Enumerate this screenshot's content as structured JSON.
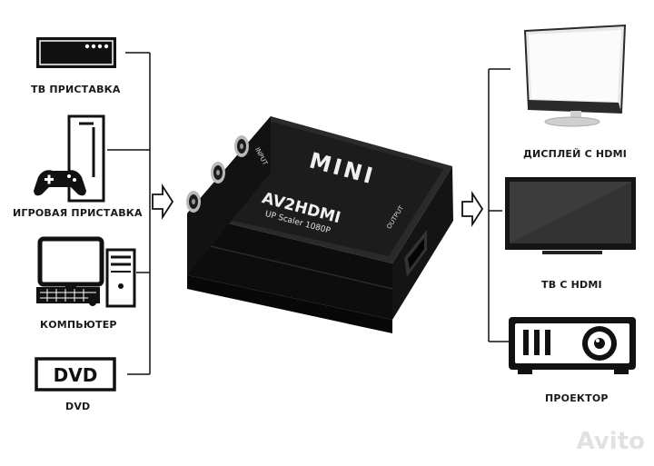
{
  "sources": [
    {
      "id": "tv-box",
      "label": "ТВ ПРИСТАВКА",
      "icon": "set-top-box-icon"
    },
    {
      "id": "game-console",
      "label": "ИГРОВАЯ ПРИСТАВКА",
      "icon": "game-console-icon"
    },
    {
      "id": "computer",
      "label": "КОМПЬЮТЕР",
      "icon": "computer-icon"
    },
    {
      "id": "dvd",
      "label": "DVD",
      "icon": "dvd-icon",
      "icon_text": "DVD"
    }
  ],
  "device": {
    "brand": "MINI",
    "model": "AV2HDMI",
    "subtitle": "UP Scaler 1080P",
    "input_label": "INPUT",
    "output_label": "OUTPUT"
  },
  "outputs": [
    {
      "id": "hdmi-display",
      "label": "ДИСПЛЕЙ С HDMI",
      "icon": "monitor-icon"
    },
    {
      "id": "hdmi-tv",
      "label": "ТВ С HDMI",
      "icon": "tv-icon"
    },
    {
      "id": "projector",
      "label": "ПРОЕКТОР",
      "icon": "projector-icon"
    }
  ],
  "watermark": "Avito"
}
